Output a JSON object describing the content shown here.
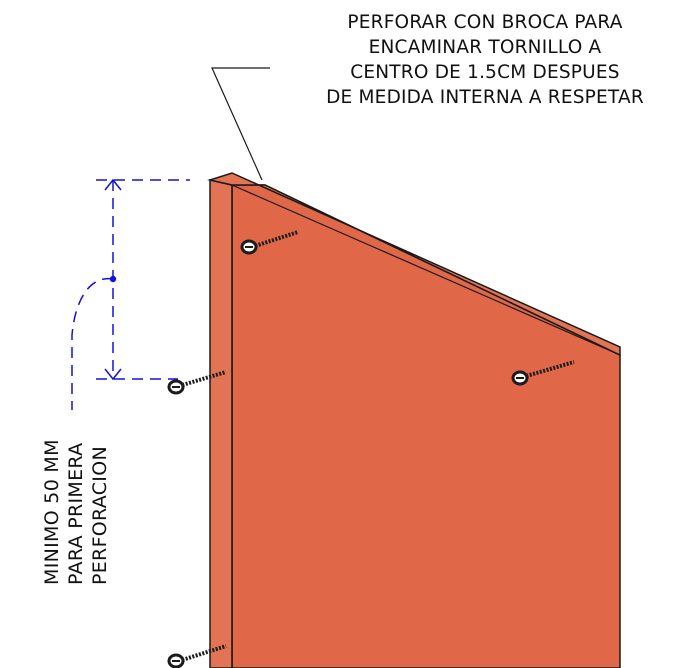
{
  "annotation_top": {
    "lines": [
      "PERFORAR CON BROCA PARA",
      "ENCAMINAR TORNILLO A",
      "CENTRO DE 1.5CM DESPUES",
      "DE MEDIDA INTERNA A RESPETAR"
    ]
  },
  "annotation_side": {
    "lines": [
      "MINIMO 50 MM",
      "PARA PRIMERA",
      "PERFORACION"
    ]
  },
  "colors": {
    "panel_face": "#E06848",
    "panel_edge": "#E27355",
    "outline": "#1a1a1a",
    "dimension": "#1111dd",
    "screw": "#1c1c1c"
  },
  "icons": {
    "screw": "screw-icon"
  }
}
